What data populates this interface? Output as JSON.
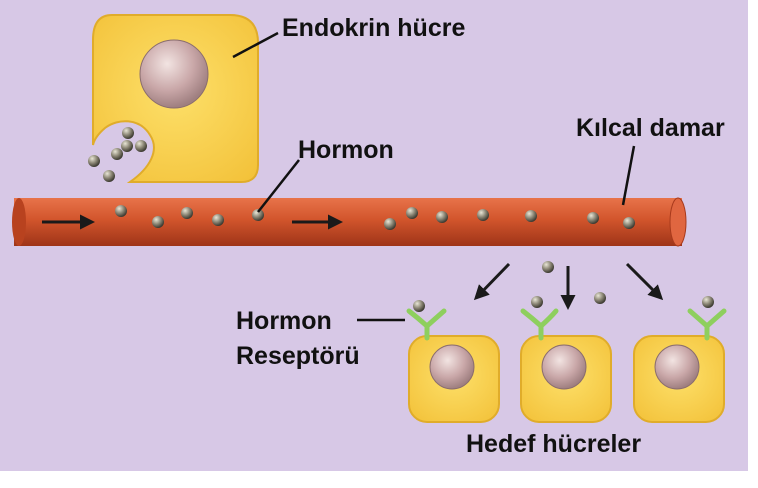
{
  "labels": {
    "endocrine_cell": "Endokrin hücre",
    "hormone": "Hormon",
    "capillary": "Kılcal damar",
    "receptor_line1": "Hormon",
    "receptor_line2": "Reseptörü",
    "target_cells": "Hedef hücreler"
  },
  "colors": {
    "background": "#d7c8e6",
    "cell_fill": "#f7d24e",
    "cell_border": "#e0ac2a",
    "nucleus": "#c9a7a8",
    "vessel": "#d2552c",
    "vessel_dark": "#a83a1c",
    "hormone": "#6e6a5c",
    "receptor": "#8ecf5e",
    "arrow": "#1a1a1a"
  }
}
